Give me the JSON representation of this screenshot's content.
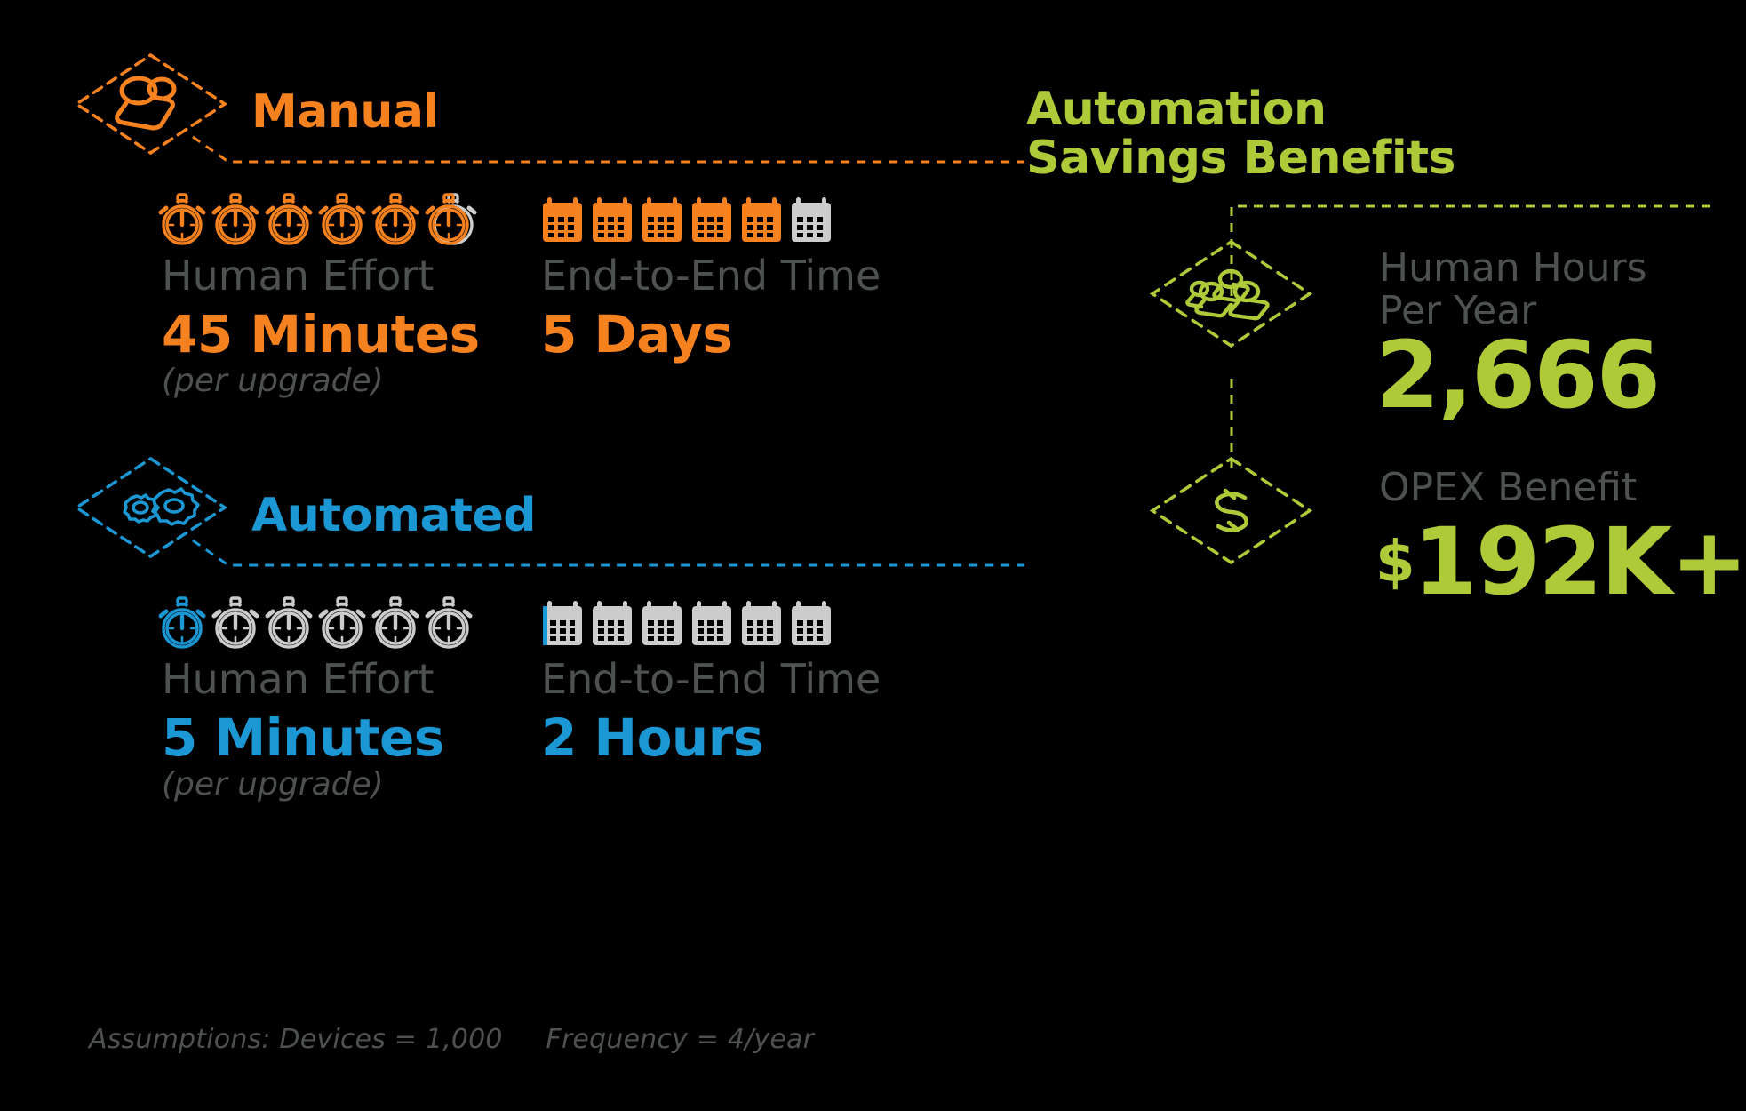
{
  "colors": {
    "background": "#000000",
    "manual": "#F5821F",
    "automated": "#1B97D4",
    "savings": "#AFCA39",
    "muted_text": "#4d5152",
    "inactive_icon": "#CCCCCC"
  },
  "manual": {
    "badge_icon": "people-icon",
    "title": "Manual",
    "human_effort": {
      "label": "Human Effort",
      "value": "45 Minutes",
      "sub": "(per upgrade)",
      "icon": "stopwatch-icon",
      "icon_count": 6,
      "icons_filled": 5,
      "icons_partial": 1
    },
    "end_to_end": {
      "label": "End-to-End Time",
      "value": "5 Days",
      "icon": "calendar-icon",
      "icon_count": 6,
      "icons_filled": 5
    }
  },
  "automated": {
    "badge_icon": "gears-icon",
    "title": "Automated",
    "human_effort": {
      "label": "Human Effort",
      "value": "5 Minutes",
      "sub": "(per upgrade)",
      "icon": "stopwatch-icon",
      "icon_count": 6,
      "icons_filled": 1
    },
    "end_to_end": {
      "label": "End-to-End Time",
      "value": "2 Hours",
      "icon": "calendar-icon",
      "icon_count": 6,
      "icons_filled": 1
    }
  },
  "savings": {
    "title": "Automation\nSavings Benefits",
    "items": [
      {
        "icon": "group-people-icon",
        "label": "Human Hours\nPer Year",
        "currency": "",
        "value": "2,666"
      },
      {
        "icon": "dollar-sign-icon",
        "label": "OPEX Benefit",
        "currency": "$",
        "value": "192K+"
      }
    ]
  },
  "footnote": {
    "assumptions": "Assumptions: Devices = 1,000     Frequency = 4/year"
  }
}
